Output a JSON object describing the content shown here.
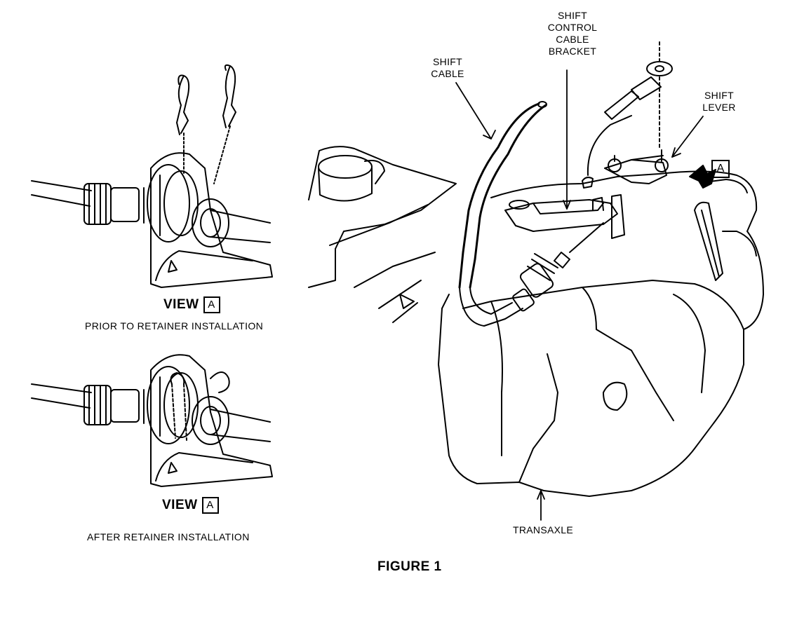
{
  "labels": {
    "shift_cable": [
      "SHIFT",
      "CABLE"
    ],
    "bracket": [
      "SHIFT",
      "CONTROL",
      "CABLE",
      "BRACKET"
    ],
    "shift_lever": [
      "SHIFT",
      "LEVER"
    ],
    "transaxle": "TRANSAXLE",
    "callout_letter": "A"
  },
  "views": [
    {
      "title": "VIEW",
      "letter": "A",
      "caption": "PRIOR TO RETAINER INSTALLATION"
    },
    {
      "title": "VIEW",
      "letter": "A",
      "caption": "AFTER RETAINER INSTALLATION"
    }
  ],
  "figure_title": "FIGURE 1"
}
